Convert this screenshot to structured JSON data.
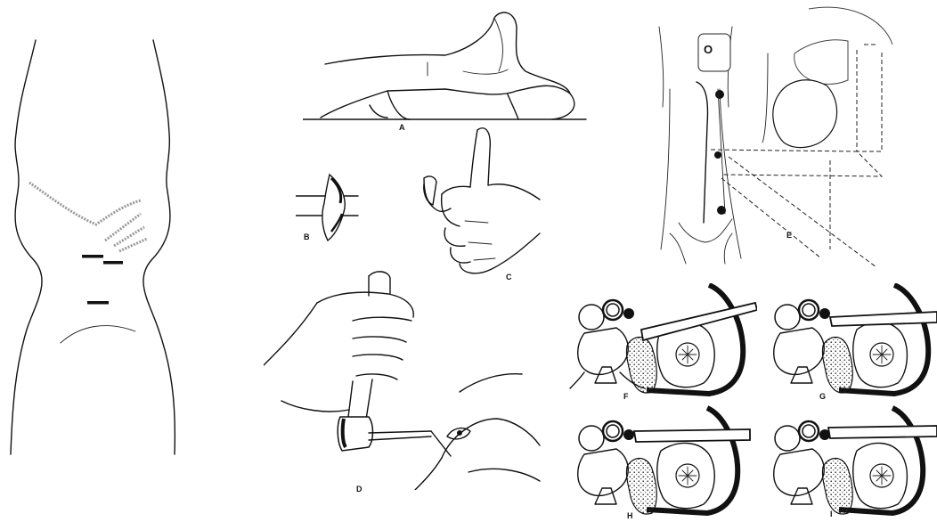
{
  "figure": {
    "labels": {
      "a": "A",
      "b": "B",
      "c": "C",
      "d": "D",
      "e": "E",
      "f": "F",
      "g": "G",
      "h": "H",
      "i": "I"
    },
    "e_vertebra_mark": "O"
  }
}
